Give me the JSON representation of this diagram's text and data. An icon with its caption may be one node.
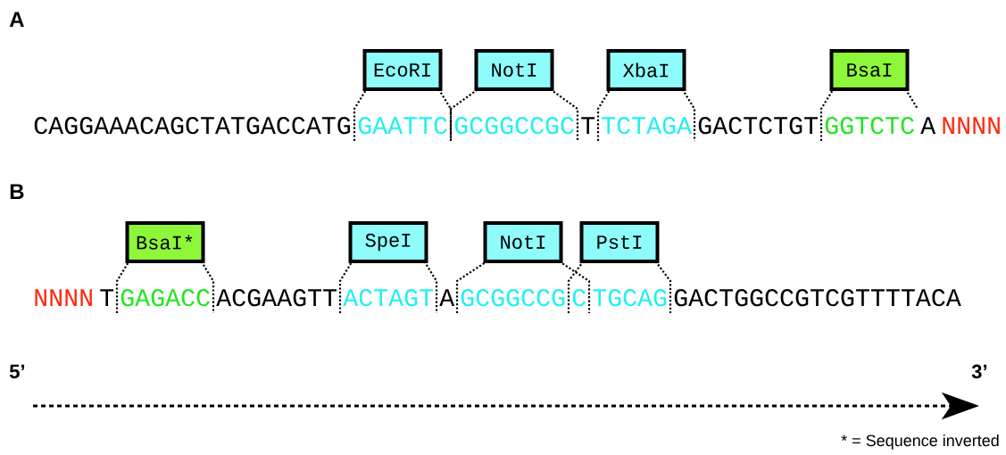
{
  "diagram": {
    "nodes": [
      {
        "text": [
          "EcoRI"
        ]
      },
      {
        "text": [
          "NotI"
        ]
      },
      {
        "text": [
          "XbaI"
        ]
      },
      {
        "text": [
          "BsaI"
        ]
      },
      {
        "text": [
          "BsaI*"
        ]
      },
      {
        "text": [
          "SpeI"
        ]
      },
      {
        "text": [
          "NotI"
        ]
      },
      {
        "text": [
          "PstI"
        ]
      }
    ],
    "labels": [
      "A",
      "CAGGAAACAGCTATGACCATG",
      "GAATTC",
      "GCGGCCGC",
      "T",
      "TCTAGA",
      "GACTCTGT",
      "GGTCTC",
      "A",
      "NNNN",
      "B",
      "NNNN",
      "T",
      "GAGACC",
      "ACGAAGTT",
      "ACTAGT",
      "A",
      "GCGGCCG",
      "C",
      "TGCAG",
      "GACTGGCCGTCGTTTTACA",
      "5’",
      "3’",
      "* = Sequence inverted"
    ]
  }
}
